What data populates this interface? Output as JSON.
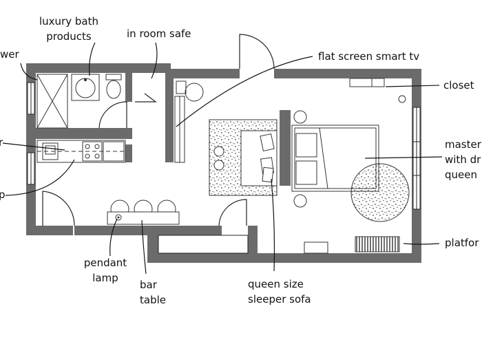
{
  "colors": {
    "wall": "#6b6b6b",
    "line": "#222222",
    "fixture": "#333333",
    "speckle": "#444444",
    "paper": "#ffffff"
  },
  "labels": {
    "shower": "wer",
    "luxury_bath_products": "luxury bath\nproducts",
    "in_room_safe": "in room safe",
    "flat_screen_tv": "flat screen smart tv",
    "closet": "closet",
    "master_bed": "master\nwith dr\nqueen",
    "platform": "platfor",
    "pendant_lamp": "pendant\nlamp",
    "bar_table": "bar\ntable",
    "queen_sleeper_sofa": "queen size\nsleeper sofa",
    "kitchen_cut": "r",
    "left_cut": "p"
  }
}
